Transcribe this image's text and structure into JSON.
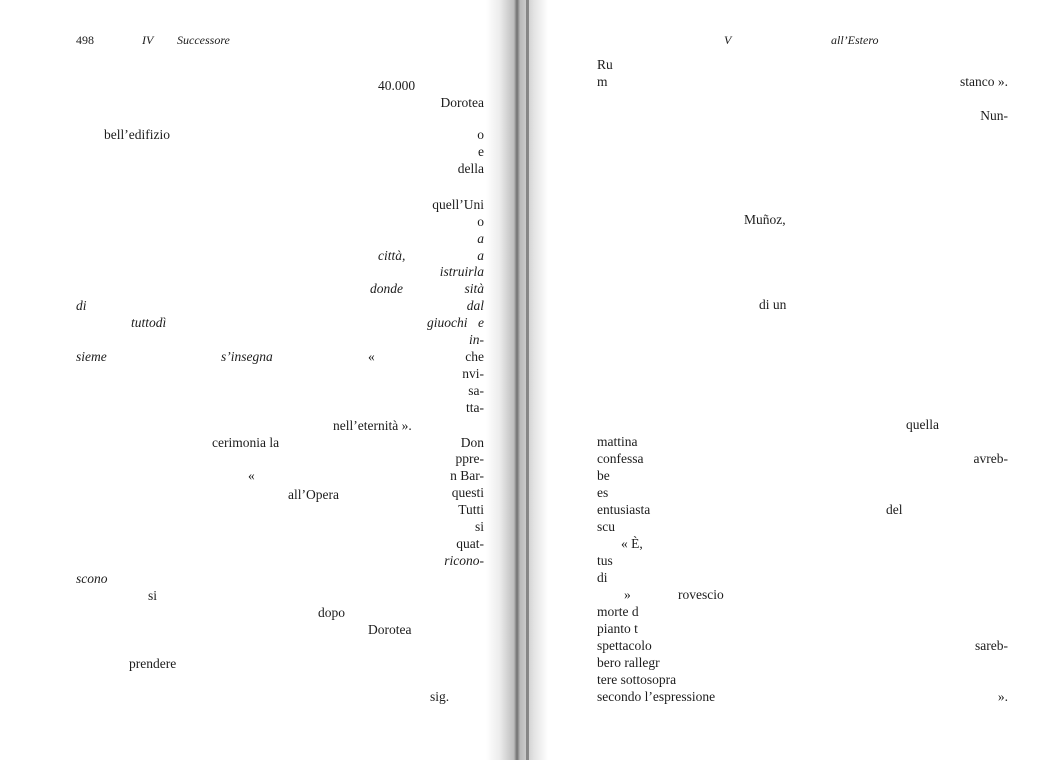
{
  "left_page": {
    "page_number": "498",
    "running_head_chapter": "IV",
    "running_head_title": "Successore",
    "fragments": [
      "40.000",
      "Dorotea",
      "bell’edifizio",
      "o",
      "e",
      "della",
      "quell’Uni",
      "o",
      "a",
      "città,",
      "a",
      "istruirla",
      "di",
      "donde",
      "sità",
      "dal",
      "tuttodì",
      "giuochi",
      "e",
      "in-",
      "sieme",
      "s’insegna",
      "«",
      "che",
      "nvi-",
      "sa-",
      "tta-",
      "nell’eternità ».",
      "cerimonia la",
      "Don",
      "ppre-",
      "«",
      "n Bar-",
      "all’Opera",
      "questi",
      "Tutti",
      "si",
      "quat-",
      "ricono-",
      "scono",
      "si",
      "dopo",
      "Dorotea",
      "prendere",
      "sig."
    ]
  },
  "right_page": {
    "running_head_chapter": "V",
    "running_head_title": "all’Estero",
    "fragments": [
      "Ru",
      "m",
      "stanco ».",
      "Nun-",
      "Muñoz,",
      "di un",
      "quella",
      "mattina",
      "confessa",
      "avreb-",
      "be",
      "es",
      "entusiasta",
      "del",
      "scu",
      "« È,",
      "tus",
      "di",
      "»",
      "rovescio",
      "morte d",
      "pianto t",
      "spettacolo",
      "sareb-",
      "bero rallegr",
      "tere sottosopra",
      "secondo l’espressione",
      "»."
    ]
  }
}
